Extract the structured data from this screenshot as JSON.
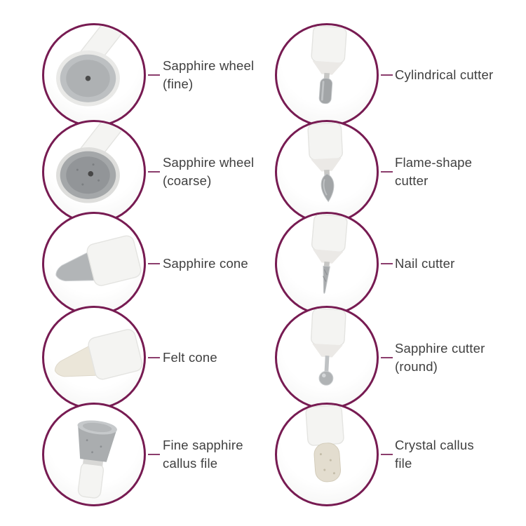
{
  "accent_color": "#771b52",
  "text_color": "#3f3f3f",
  "items": [
    {
      "name": "sapphire-wheel-fine",
      "line1": "Sapphire wheel",
      "line2": "(fine)"
    },
    {
      "name": "sapphire-wheel-coarse",
      "line1": "Sapphire wheel",
      "line2": "(coarse)"
    },
    {
      "name": "sapphire-cone",
      "line1": "Sapphire cone",
      "line2": ""
    },
    {
      "name": "felt-cone",
      "line1": "Felt cone",
      "line2": ""
    },
    {
      "name": "fine-sapphire-callus-file",
      "line1": "Fine sapphire",
      "line2": "callus file"
    },
    {
      "name": "cylindrical-cutter",
      "line1": "Cylindrical cutter",
      "line2": ""
    },
    {
      "name": "flame-shape-cutter",
      "line1": "Flame-shape",
      "line2": "cutter"
    },
    {
      "name": "nail-cutter",
      "line1": "Nail cutter",
      "line2": ""
    },
    {
      "name": "sapphire-cutter-round",
      "line1": "Sapphire cutter",
      "line2": "(round)"
    },
    {
      "name": "crystal-callus-file",
      "line1": "Crystal callus",
      "line2": "file"
    }
  ]
}
